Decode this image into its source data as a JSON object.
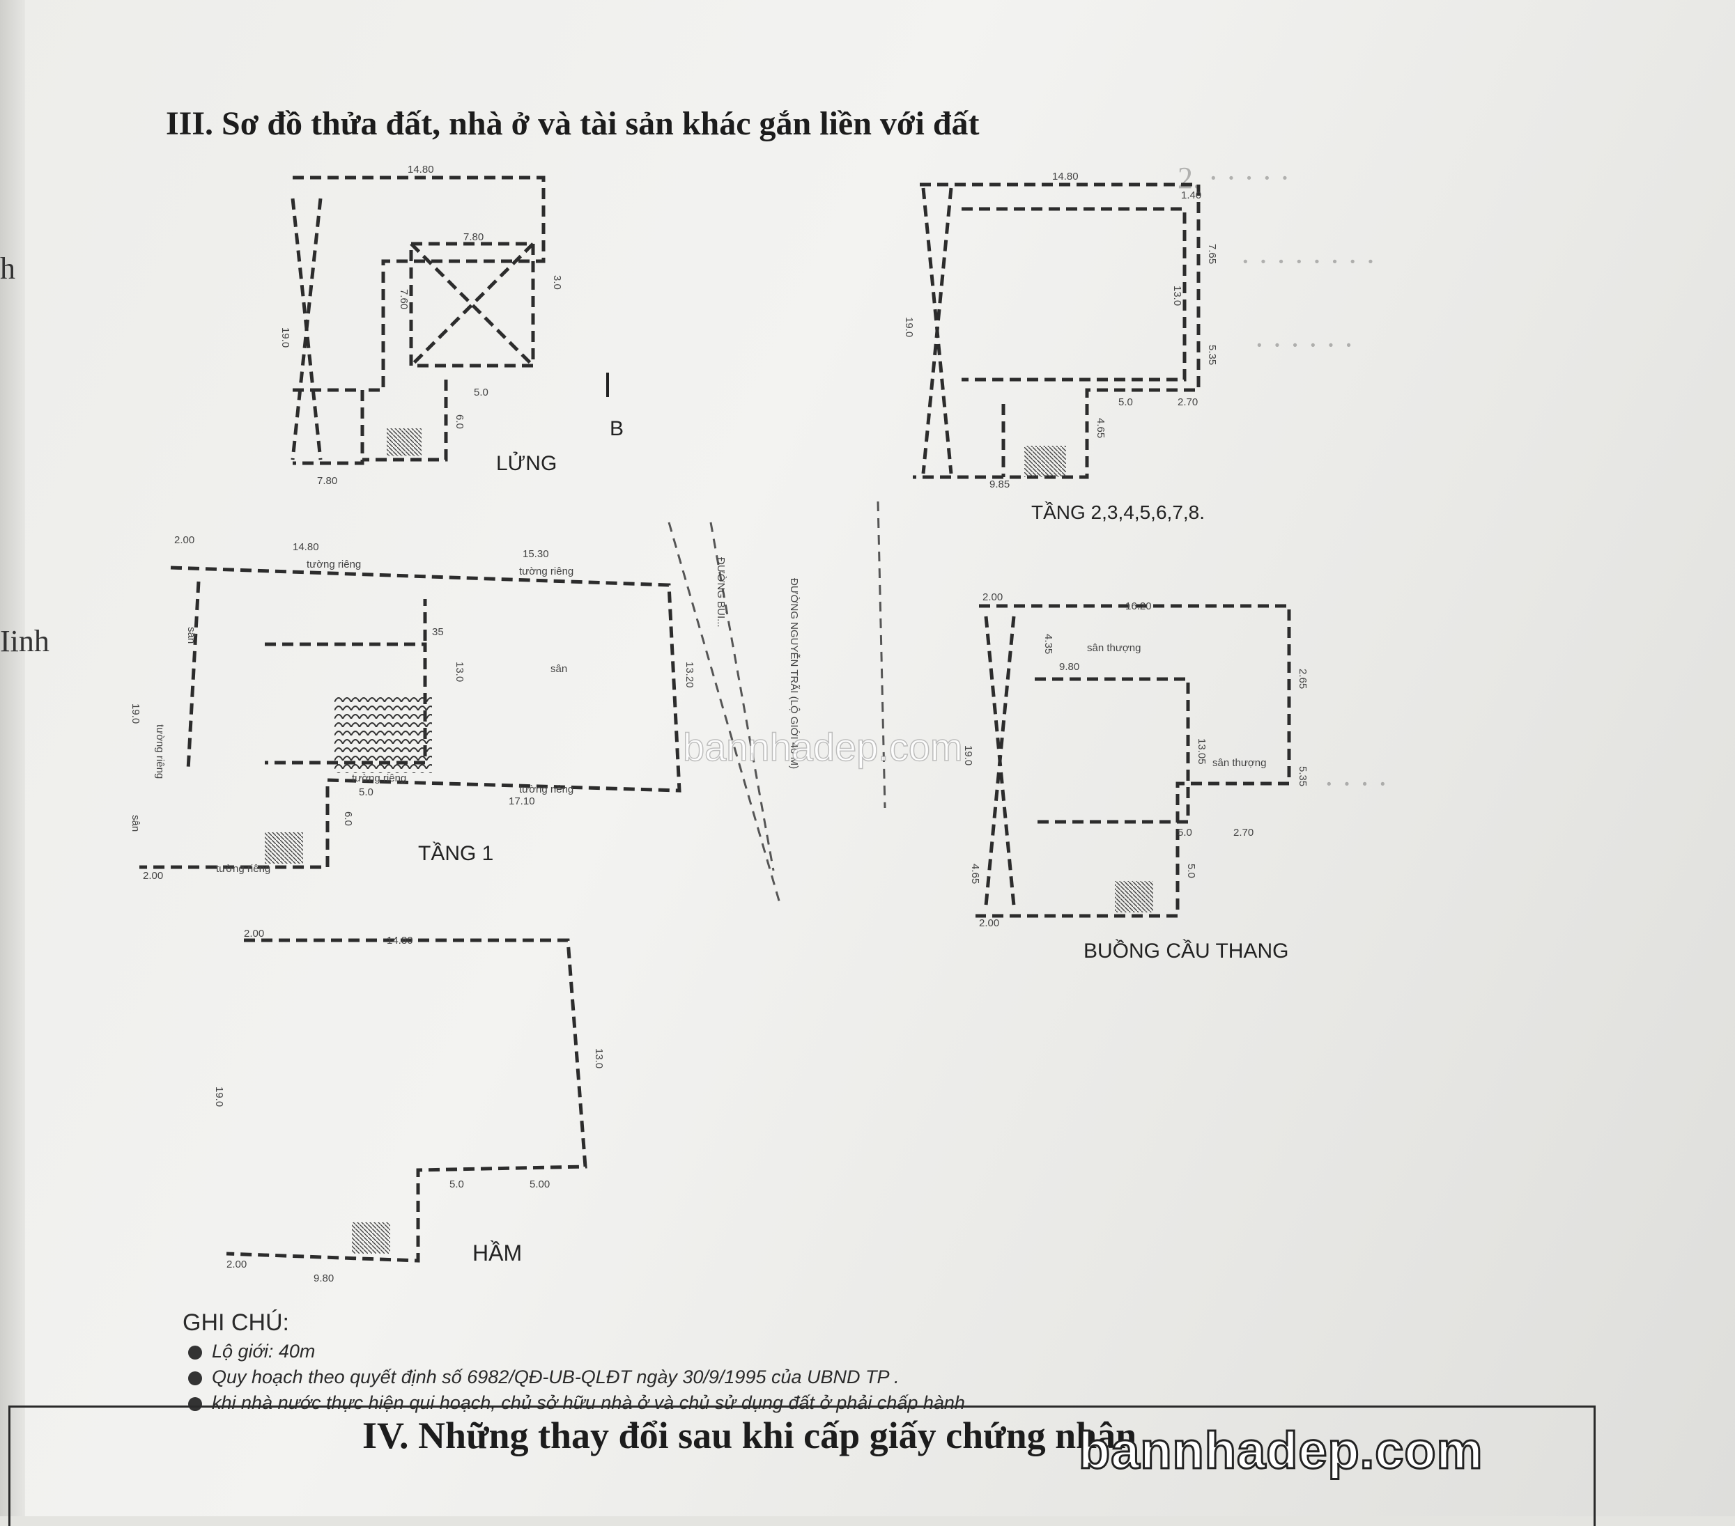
{
  "section3": {
    "title": "III. Sơ đồ thửa đất, nhà ở và tài sản khác gắn liền với đất"
  },
  "left_margin": {
    "frag1": "h",
    "frag2": "Iinh"
  },
  "plans": {
    "lung": {
      "label": "LỬNG",
      "dims": [
        "14.80",
        "7.80",
        "19.0",
        "3.0",
        "7.60",
        "5.0",
        "6.0",
        "7.80"
      ]
    },
    "tang_upper": {
      "label": "TẦNG 2,3,4,5,6,7,8.",
      "dims": [
        "14.80",
        "1.40",
        "7.65",
        "19.0",
        "13.0",
        "5.35",
        "5.0",
        "2.70",
        "4.65",
        "9.85"
      ]
    },
    "tang1": {
      "label": "TẦNG 1",
      "dims": [
        "2.00",
        "14.80",
        "15.30",
        "19.0",
        "13.20",
        "17.10",
        "5.0",
        "6.0",
        "2.00",
        "35",
        "13.0"
      ],
      "words": [
        "tường riêng",
        "tường riêng",
        "sân",
        "sân",
        "sân",
        "tường riêng",
        "tường riêng",
        "tường riêng",
        "tường riêng"
      ]
    },
    "buong": {
      "label": "BUỒNG CẦU THANG",
      "dims": [
        "2.00",
        "16.20",
        "4.35",
        "9.80",
        "2.65",
        "19.0",
        "13.05",
        "5.35",
        "5.0",
        "2.70",
        "4.65",
        "5.0",
        "2.00"
      ],
      "words": [
        "sân thượng",
        "sân thượng"
      ]
    },
    "ham": {
      "label": "HẦM",
      "dims": [
        "2.00",
        "14.80",
        "19.0",
        "13.0",
        "5.0",
        "5.00",
        "2.00",
        "9.80"
      ]
    },
    "street": {
      "name1": "ĐƯỜNG NGUYỄN TRÃI (LỘ GIỚI 40 M)",
      "name2": "ĐƯỜNG BÙI..."
    },
    "north_mark": "B"
  },
  "notes": {
    "heading": "GHI CHÚ:",
    "items": [
      "Lộ giới: 40m",
      "Quy hoạch theo quyết định số 6982/QĐ-UB-QLĐT ngày 30/9/1995 của UBND TP .",
      "khi nhà nước thực hiện qui hoạch, chủ sở hữu nhà ở và chủ sử dụng đất ở phải chấp hành"
    ]
  },
  "section4": {
    "title": "IV. Những thay đổi sau khi cấp giấy chứng nhận"
  },
  "watermarks": {
    "center": "bannhadep.com",
    "bottom": "bannhadep.com"
  }
}
